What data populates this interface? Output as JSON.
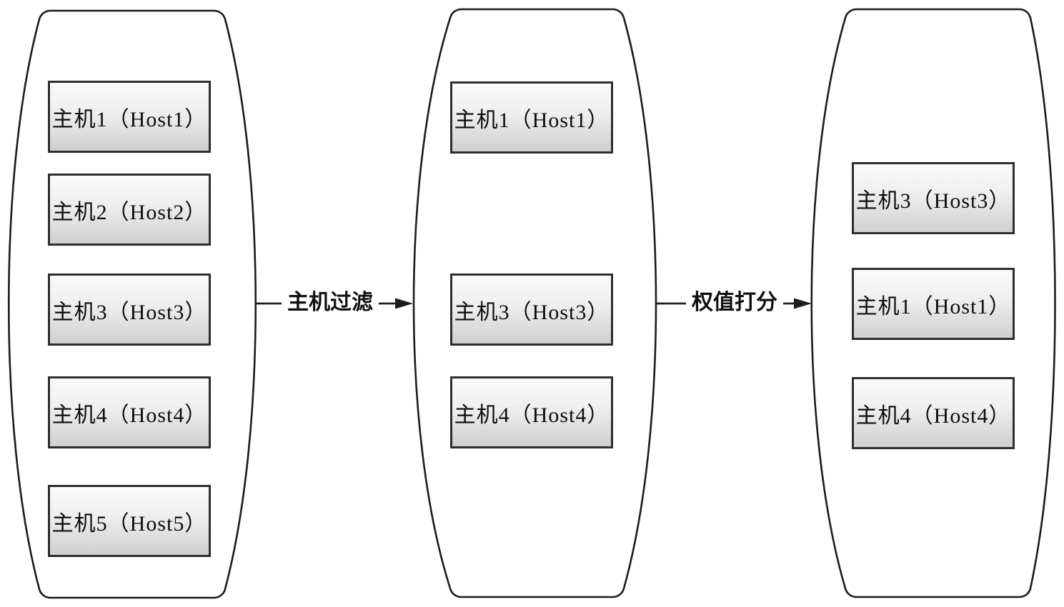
{
  "diagram": {
    "background_color": "#ffffff",
    "line_color": "#1c1c1c",
    "box_style": {
      "border_color": "#2e2e2e",
      "gradient_top": "#fbfbfb",
      "gradient_bottom": "#cfcfcf",
      "text_color": "#0d0d0d"
    },
    "stages": [
      {
        "name": "candidate-hosts",
        "hosts": [
          "主机1（Host1）",
          "主机2（Host2）",
          "主机3（Host3）",
          "主机4（Host4）",
          "主机5（Host5）"
        ]
      },
      {
        "name": "filtered-hosts",
        "hosts": [
          "主机1（Host1）",
          "主机3（Host3）",
          "主机4（Host4）"
        ]
      },
      {
        "name": "scored-hosts",
        "hosts": [
          "主机3（Host3）",
          "主机1（Host1）",
          "主机4（Host4）"
        ]
      }
    ],
    "arrows": [
      {
        "label": "主机过滤"
      },
      {
        "label": "权值打分"
      }
    ]
  }
}
